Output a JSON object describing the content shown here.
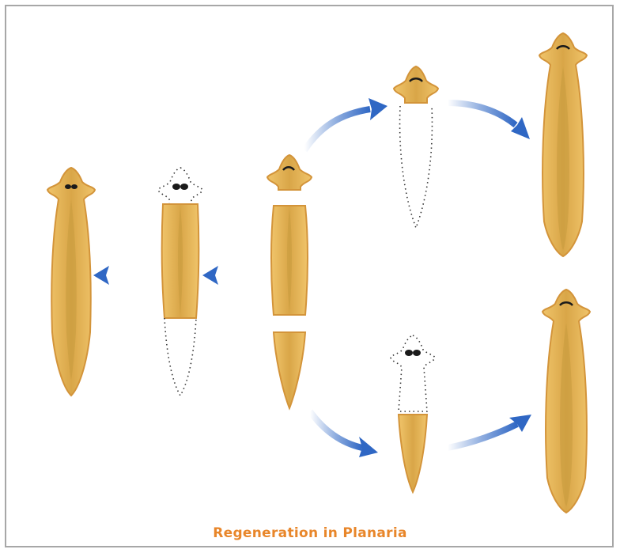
{
  "caption": "Regeneration in Planaria",
  "colors": {
    "body": "#e8b35a",
    "body_outline": "#d3943a",
    "body_center": "#c69a3e",
    "arrow": "#2f67c4",
    "caption": "#e8862a",
    "frame": "#a7a7a7"
  },
  "icons": {
    "worm": "planarian-flatworm",
    "arrow": "curved-blue-arrow"
  }
}
